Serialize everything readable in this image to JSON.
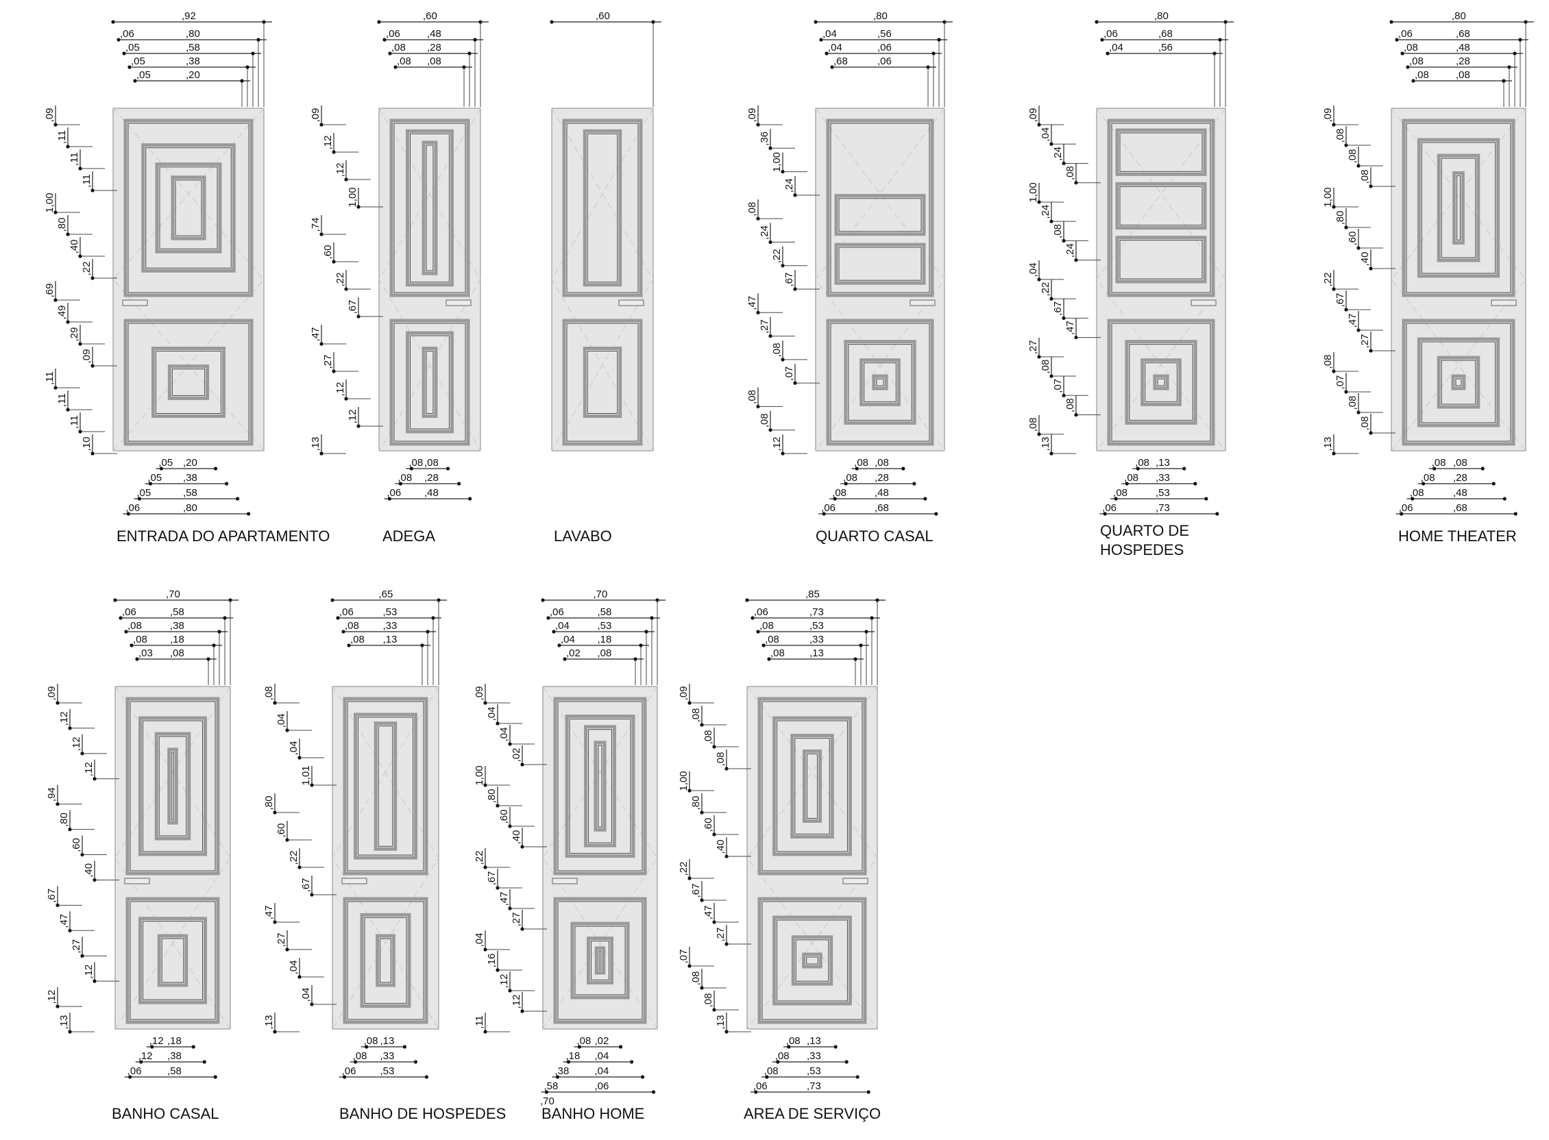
{
  "doors": [
    {
      "id": "entrada",
      "label": [
        "ENTRADA DO APARTAMENTO"
      ],
      "top_dims": [
        ",92",
        ",06",
        ",80",
        ",05",
        ",58",
        ",05",
        ",38",
        ",05",
        ",20"
      ],
      "bottom_dims": [
        ",05",
        ",20",
        ",05",
        ",38",
        ",05",
        ",58",
        ",06",
        ",80"
      ],
      "left_dims": [
        ",09",
        ",11",
        ",11",
        ",11",
        "1,00",
        ",80",
        ",40",
        ",22",
        ",69",
        ",49",
        ",29",
        ",09",
        ",11",
        ",11",
        ",11",
        ",10"
      ]
    },
    {
      "id": "adega",
      "label": [
        "ADEGA"
      ],
      "top_dims": [
        ",60",
        ",06",
        ",48",
        ",08",
        ",28",
        ",08",
        ",08"
      ],
      "bottom_dims": [
        ",08",
        ",08",
        ",08",
        ",28",
        ",06",
        ",48"
      ],
      "left_dims": [
        ",09",
        ",12",
        ",12",
        "1,00",
        ",74",
        ",60",
        ",22",
        ",67",
        ",47",
        ",27",
        ",12",
        ",12",
        ",13"
      ]
    },
    {
      "id": "lavabo",
      "label": [
        "LAVABO"
      ],
      "top_dims": [
        ",60"
      ],
      "bottom_dims": [],
      "left_dims": []
    },
    {
      "id": "quarto-casal",
      "label": [
        "QUARTO CASAL"
      ],
      "top_dims": [
        ",80",
        ",04",
        ",56",
        ",04",
        ",06",
        ",68",
        ",06"
      ],
      "bottom_dims": [
        ",08",
        ",08",
        ",08",
        ",28",
        ",08",
        ",48",
        ",06",
        ",68"
      ],
      "left_dims": [
        ",09",
        ",36",
        "1,00",
        ",24",
        ",08",
        ",24",
        ",22",
        ",67",
        ",47",
        ",27",
        ",08",
        ",07",
        ",08",
        ",08",
        ",12"
      ]
    },
    {
      "id": "quarto-hospedes",
      "label": [
        "QUARTO DE",
        "HOSPEDES"
      ],
      "top_dims": [
        ",80",
        ",06",
        ",68",
        ",04",
        ",56"
      ],
      "bottom_dims": [
        ",08",
        ",13",
        ",08",
        ",33",
        ",08",
        ",53",
        ",06",
        ",73"
      ],
      "left_dims": [
        ",09",
        ",04",
        ",24",
        ",08",
        "1,00",
        ",24",
        ",08",
        ",24",
        ",04",
        ",22",
        ",67",
        ",47",
        ",27",
        ",08",
        ",07",
        ",08",
        ",08",
        ",13"
      ]
    },
    {
      "id": "home-theater",
      "label": [
        "HOME THEATER"
      ],
      "top_dims": [
        ",80",
        ",06",
        ",68",
        ",08",
        ",48",
        ",08",
        ",28",
        ",08",
        ",08"
      ],
      "bottom_dims": [
        ",08",
        ",08",
        ",08",
        ",28",
        ",08",
        ",48",
        ",06",
        ",68"
      ],
      "left_dims": [
        ",09",
        ",08",
        ",08",
        ",08",
        "1,00",
        ",80",
        ",60",
        ",40",
        ",22",
        ",67",
        ",47",
        ",27",
        ",08",
        ",07",
        ",08",
        ",08",
        ",13"
      ]
    },
    {
      "id": "banho-casal",
      "label": [
        "BANHO CASAL"
      ],
      "top_dims": [
        ",70",
        ",06",
        ",58",
        ",08",
        ",38",
        ",08",
        ",18",
        ",03",
        ",08"
      ],
      "bottom_dims": [
        ",12",
        ",18",
        ",12",
        ",38",
        ",06",
        ",58"
      ],
      "left_dims": [
        ",09",
        ",12",
        ",12",
        ",12",
        ",94",
        ",80",
        ",60",
        ",40",
        ",67",
        ",47",
        ",27",
        ",12",
        ",12",
        ",13"
      ]
    },
    {
      "id": "banho-hospedes",
      "label": [
        "BANHO DE HOSPEDES"
      ],
      "top_dims": [
        ",65",
        ",06",
        ",53",
        ",08",
        ",33",
        ",08",
        ",13"
      ],
      "bottom_dims": [
        ",08",
        ",13",
        ",08",
        ",33",
        ",06",
        ",53"
      ],
      "left_dims": [
        ",08",
        ",04",
        ",04",
        "1,01",
        ",80",
        ",60",
        ",22",
        ",67",
        ",47",
        ",27",
        ",04",
        ",04",
        ",13"
      ]
    },
    {
      "id": "banho-home",
      "label": [
        "BANHO HOME"
      ],
      "top_dims": [
        ",70",
        ",06",
        ",58",
        ",04",
        ",53",
        ",04",
        ",18",
        ",02",
        ",08"
      ],
      "bottom_dims": [
        ",08",
        ",02",
        ",18",
        ",04",
        ",38",
        ",04",
        ",58",
        ",06",
        ",70"
      ],
      "left_dims": [
        ",09",
        ",04",
        ",04",
        ",02",
        "1,00",
        ",80",
        ",60",
        ",40",
        ",22",
        ",67",
        ",47",
        ",27",
        ",04",
        ",16",
        ",12",
        ",12",
        ",11"
      ]
    },
    {
      "id": "area-servico",
      "label": [
        "AREA DE SERVIÇO"
      ],
      "top_dims": [
        ",85",
        ",06",
        ",73",
        ",08",
        ",53",
        ",08",
        ",33",
        ",08",
        ",13"
      ],
      "bottom_dims": [
        ",08",
        ",13",
        ",08",
        ",33",
        ",08",
        ",53",
        ",06",
        ",73"
      ],
      "left_dims": [
        ",09",
        ",08",
        ",08",
        ",08",
        "1,00",
        ",80",
        ",60",
        ",40",
        ",22",
        ",67",
        ",47",
        ",27",
        ",07",
        ",08",
        ",08",
        ",13"
      ]
    }
  ],
  "colors": {
    "door_fill": "#e6e6e6",
    "frame": "#9a9a9a",
    "line": "#222222"
  }
}
